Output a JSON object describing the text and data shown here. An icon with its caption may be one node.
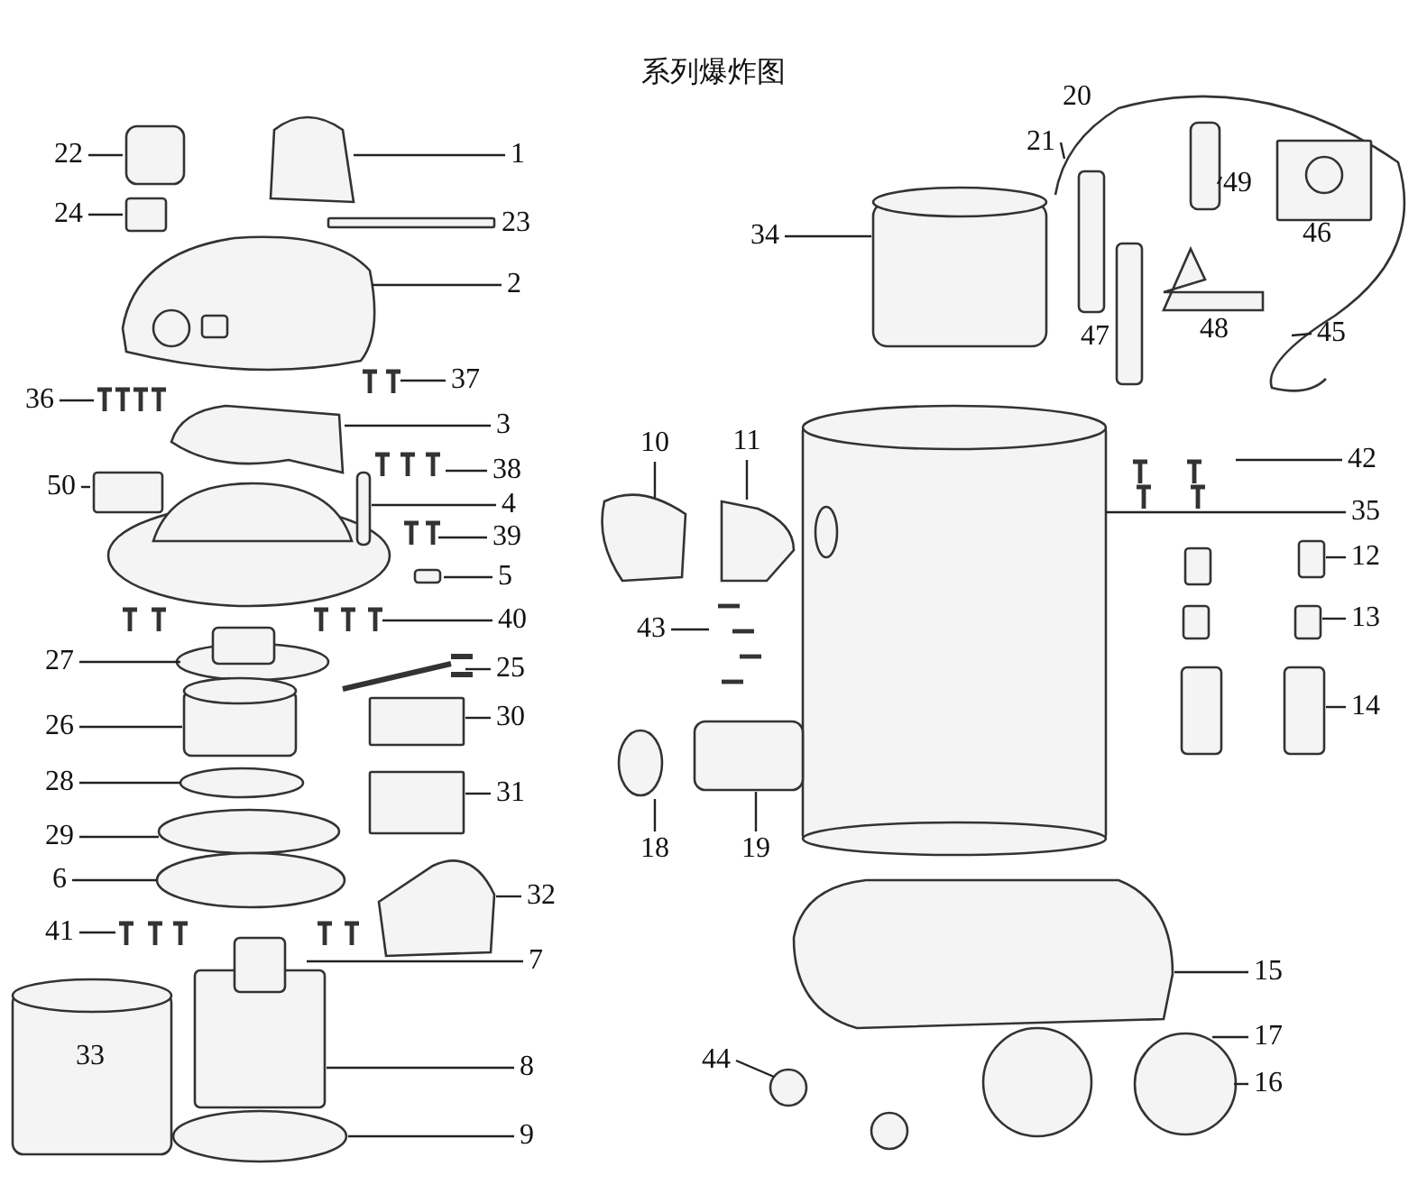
{
  "diagram": {
    "title": "系列爆炸图",
    "nodes": [
      {
        "text": [
          "22"
        ]
      },
      {
        "text": [
          "1"
        ]
      },
      {
        "text": [
          "24"
        ]
      },
      {
        "text": [
          "21"
        ]
      },
      {
        "text": [
          "49"
        ]
      },
      {
        "text": [
          "34"
        ]
      },
      {
        "text": [
          "2"
        ]
      },
      {
        "text": [
          "45"
        ]
      },
      {
        "text": [
          "37"
        ]
      },
      {
        "text": [
          "36"
        ]
      },
      {
        "text": [
          "3"
        ]
      },
      {
        "text": [
          "10"
        ]
      },
      {
        "text": [
          "11"
        ]
      },
      {
        "text": [
          "42"
        ]
      },
      {
        "text": [
          "38"
        ]
      },
      {
        "text": [
          "50"
        ]
      },
      {
        "text": [
          "4"
        ]
      },
      {
        "text": [
          "35"
        ]
      },
      {
        "text": [
          "39"
        ]
      },
      {
        "text": [
          "12"
        ]
      },
      {
        "text": [
          "5"
        ]
      },
      {
        "text": [
          "40"
        ]
      },
      {
        "text": [
          "43"
        ]
      },
      {
        "text": [
          "13"
        ]
      },
      {
        "text": [
          "27"
        ]
      },
      {
        "text": [
          "25"
        ]
      },
      {
        "text": [
          "14"
        ]
      },
      {
        "text": [
          "30"
        ]
      },
      {
        "text": [
          "26"
        ]
      },
      {
        "text": [
          "28"
        ]
      },
      {
        "text": [
          "31"
        ]
      },
      {
        "text": [
          "29"
        ]
      },
      {
        "text": [
          "18"
        ]
      },
      {
        "text": [
          "19"
        ]
      },
      {
        "text": [
          "6"
        ]
      },
      {
        "text": [
          "32"
        ]
      },
      {
        "text": [
          "41"
        ]
      },
      {
        "text": [
          "7"
        ]
      },
      {
        "text": [
          "15"
        ]
      },
      {
        "text": [
          "17"
        ]
      },
      {
        "text": [
          "44"
        ]
      },
      {
        "text": [
          "8"
        ]
      },
      {
        "text": [
          "16"
        ]
      },
      {
        "text": [
          "9"
        ]
      }
    ],
    "edges": [
      {
        "from": 0,
        "to": null,
        "arrow": "none"
      },
      {
        "from": 1,
        "to": null,
        "arrow": "none"
      },
      {
        "from": 2,
        "to": null,
        "arrow": "none"
      },
      {
        "from": 3,
        "to": null,
        "arrow": "none"
      },
      {
        "from": 4,
        "to": null,
        "arrow": "none"
      },
      {
        "from": 5,
        "to": null,
        "arrow": "none"
      },
      {
        "from": 6,
        "to": null,
        "arrow": "none"
      },
      {
        "from": 7,
        "to": null,
        "arrow": "none"
      },
      {
        "from": 8,
        "to": null,
        "arrow": "none"
      },
      {
        "from": 9,
        "to": null,
        "arrow": "none"
      },
      {
        "from": 10,
        "to": null,
        "arrow": "none"
      },
      {
        "from": 11,
        "to": null,
        "arrow": "none"
      },
      {
        "from": 12,
        "to": null,
        "arrow": "none"
      },
      {
        "from": 13,
        "to": null,
        "arrow": "none"
      },
      {
        "from": 14,
        "to": null,
        "arrow": "none"
      },
      {
        "from": 15,
        "to": null,
        "arrow": "none"
      },
      {
        "from": 16,
        "to": null,
        "arrow": "none"
      },
      {
        "from": 17,
        "to": null,
        "arrow": "none"
      },
      {
        "from": 18,
        "to": null,
        "arrow": "none"
      },
      {
        "from": 19,
        "to": null,
        "arrow": "none"
      },
      {
        "from": 20,
        "to": null,
        "arrow": "none"
      },
      {
        "from": 21,
        "to": null,
        "arrow": "none"
      },
      {
        "from": 22,
        "to": null,
        "arrow": "none"
      },
      {
        "from": 23,
        "to": null,
        "arrow": "none"
      },
      {
        "from": 24,
        "to": null,
        "arrow": "none"
      },
      {
        "from": 25,
        "to": null,
        "arrow": "none"
      },
      {
        "from": 26,
        "to": null,
        "arrow": "none"
      },
      {
        "from": 27,
        "to": null,
        "arrow": "none"
      },
      {
        "from": 28,
        "to": null,
        "arrow": "none"
      },
      {
        "from": 29,
        "to": null,
        "arrow": "none"
      },
      {
        "from": 30,
        "to": null,
        "arrow": "none"
      },
      {
        "from": 31,
        "to": null,
        "arrow": "none"
      },
      {
        "from": 32,
        "to": null,
        "arrow": "none"
      },
      {
        "from": 33,
        "to": null,
        "arrow": "none"
      },
      {
        "from": 34,
        "to": null,
        "arrow": "none"
      },
      {
        "from": 35,
        "to": null,
        "arrow": "none"
      },
      {
        "from": 36,
        "to": null,
        "arrow": "none"
      },
      {
        "from": 37,
        "to": null,
        "arrow": "none"
      },
      {
        "from": 38,
        "to": null,
        "arrow": "none"
      },
      {
        "from": 39,
        "to": null,
        "arrow": "none"
      },
      {
        "from": 40,
        "to": null,
        "arrow": "none"
      },
      {
        "from": 41,
        "to": null,
        "arrow": "none"
      },
      {
        "from": 42,
        "to": null,
        "arrow": "none"
      },
      {
        "from": 43,
        "to": null,
        "arrow": "none"
      }
    ],
    "labels": [
      "20",
      "23",
      "46",
      "48",
      "47",
      "33"
    ]
  }
}
